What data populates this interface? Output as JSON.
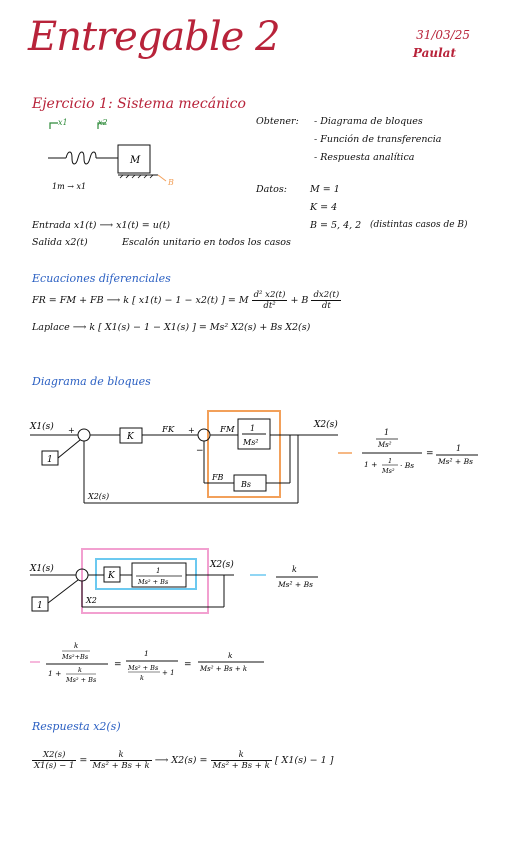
{
  "header": {
    "title": "Entregable 2",
    "date": "31/03/25",
    "author": "Paulat"
  },
  "ejercicio": {
    "heading": "Ejercicio 1: Sistema mecánico",
    "x1": "x1",
    "x2": "x2",
    "mass": "M",
    "damper": "B",
    "spring_note": "1m → x1",
    "obtener_label": "Obtener:",
    "obtener_items": [
      "- Diagrama de bloques",
      "- Función de transferencia",
      "- Respuesta analítica"
    ],
    "datos_label": "Datos:",
    "datos": [
      "M = 1",
      "K = 4",
      "B = 5, 4, 2",
      "(distintas casos de B)"
    ],
    "entrada": "Entrada  x1(t)  ⟶  x1(t) = u(t)",
    "salida": "Salida  x2(t)",
    "escalon": "Escalón unitario en todos los casos"
  },
  "ecuaciones": {
    "heading": "Ecuaciones diferenciales",
    "eq1_left": "FR = FM + FB ⟶ k [ x1(t) − 1 − x2(t) ] =",
    "eq1_m": "M",
    "eq1_mnum": "d² x2(t)",
    "eq1_mden": "dt²",
    "eq1_plusb": "+ B",
    "eq1_bnum": "dx2(t)",
    "eq1_bden": "dt",
    "laplace": "Laplace ⟶ k [ X1(s) − 1 − X1(s) ] = Ms² X2(s) + Bs X2(s)"
  },
  "diagrama": {
    "heading": "Diagrama de bloques",
    "in_label": "X1(s)",
    "out_label": "X2(s)",
    "fb_label": "X2(s)",
    "one": "1",
    "k": "K",
    "fk": "FK",
    "fm": "FM",
    "fb": "FB",
    "plus": "+",
    "minus": "−",
    "block_num": "1",
    "block_den": "Ms²",
    "bs": "Bs",
    "r1_num": "1",
    "r1_den": "Ms²",
    "r1_den_a": "1 +",
    "r1_den_b": "· Bs",
    "r1_res_num": "1",
    "r1_res_den": "Ms² + Bs",
    "d2_in": "X1(s)",
    "d2_out": "X2(s)",
    "d2_fb": "X2",
    "d2_block_num": "1",
    "d2_block_den": "Ms² + Bs",
    "r2_num": "k",
    "r2_den": "Ms² + Bs",
    "r3_n_num": "k",
    "r3_n_den": "Ms²+Bs",
    "r3_d_a": "1 +",
    "r3_d_num": "k",
    "r3_d_den": "Ms² + Bs",
    "r3_eq2_num": "1",
    "r3_eq2_den_a": "Ms² + Bs",
    "r3_eq2_den_b": "k",
    "r3_eq2_plus": "+ 1",
    "r3_res_num": "k",
    "r3_res_den": "Ms² + Bs + k",
    "eq": "="
  },
  "respuesta": {
    "heading": "Respuesta x2(s)",
    "lhs_num": "X2(s)",
    "lhs_den": "X1(s) − 1",
    "mid_num": "k",
    "mid_den": "Ms² + Bs + k",
    "arrow_lhs": "⟶  X2(s) =",
    "rhs_num": "k",
    "rhs_den": "Ms² + Bs + k",
    "rhs_tail": "[ X1(s) − 1 ]",
    "eq": "="
  },
  "colors": {
    "red": "#b8233a",
    "blue": "#2a5fc2",
    "orange": "#f2a05a",
    "pink": "#f2a0d0",
    "cyan": "#6cc9f0"
  }
}
